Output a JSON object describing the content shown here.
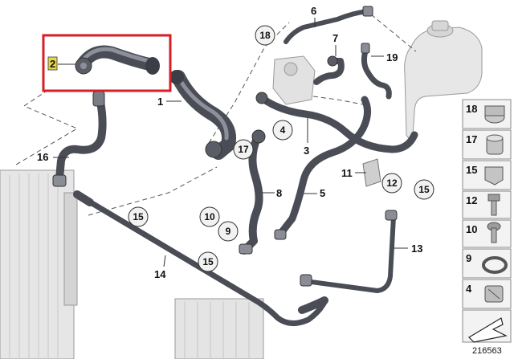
{
  "highlight_color": "#d61f26",
  "hose_color": "#4a4d55",
  "label_highlight_color": "#e8d84a",
  "diagram_ref": "216563",
  "highlighted_part": "2",
  "part_labels": [
    "1",
    "3",
    "5",
    "6",
    "7",
    "8",
    "11",
    "13",
    "14",
    "16",
    "19"
  ],
  "circled_labels": [
    "18",
    "4",
    "17",
    "12",
    "15",
    "10",
    "9",
    "15",
    "15"
  ],
  "sidebar_parts": [
    {
      "num": "18",
      "icon": "hose-clamp-icon"
    },
    {
      "num": "17",
      "icon": "spring-clamp-icon"
    },
    {
      "num": "15",
      "icon": "bracket-clip-icon"
    },
    {
      "num": "12",
      "icon": "bolt-icon"
    },
    {
      "num": "10",
      "icon": "screw-icon"
    },
    {
      "num": "9",
      "icon": "band-clamp-icon"
    },
    {
      "num": "4",
      "icon": "sleeve-clamp-icon"
    }
  ]
}
